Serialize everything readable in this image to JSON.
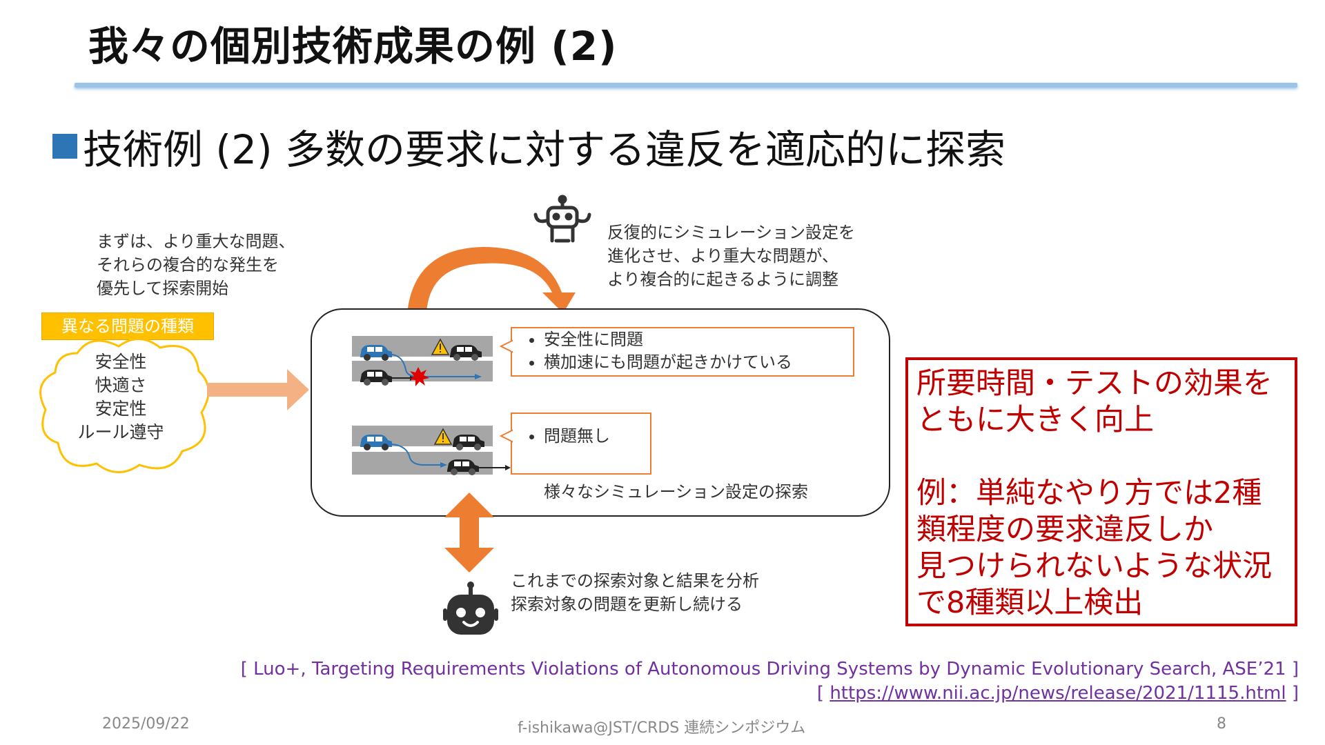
{
  "title": "我々の個別技術成果の例 (2)",
  "bullet": "技術例 (2) 多数の要求に対する違反を適応的に探索",
  "note_left": "まずは、より重大な問題、\nそれらの複合的な発生を\n優先して探索開始",
  "note_right": "反復的にシミュレーション設定を\n進化させ、より重大な問題が、\nより複合的に起きるように調整",
  "problems_label": "異なる問題の種類",
  "problem_types": "安全性\n快適さ\n安定性\nルール遵守",
  "callout1": {
    "items": [
      "安全性に問題",
      "横加速にも問題が起きかけている"
    ]
  },
  "callout2": {
    "items": [
      "問題無し"
    ]
  },
  "explore_label": "様々なシミュレーション設定の探索",
  "note_bottom": "これまでの探索対象と結果を分析\n探索対象の問題を更新し続ける",
  "result_text": "所要時間・テストの効果を\nともに大きく向上\n\n例：単純なやり方では2種\n類程度の要求違反しか\n見つけられないような状況\nで8種類以上検出",
  "reference1": "[ Luo+, Targeting Requirements Violations of Autonomous Driving Systems by Dynamic Evolutionary Search, ASE’21 ]",
  "reference2": {
    "open": "[ ",
    "link": "https://www.nii.ac.jp/news/release/2021/1115.html",
    "close": " ]"
  },
  "footer": {
    "date": "2025/09/22",
    "author": "f-ishikawa@JST/CRDS 連続シンポジウム",
    "page": "8"
  },
  "colors": {
    "accent_blue": "#2e75b6",
    "orange": "#ed7d31",
    "result_red": "#c00000",
    "reference_purple": "#7030a0",
    "label_yellow": "#ffc000"
  },
  "icons": [
    "robot-antenna-icon",
    "robot-face-icon",
    "warning-icon",
    "car-icon",
    "collision-icon"
  ]
}
